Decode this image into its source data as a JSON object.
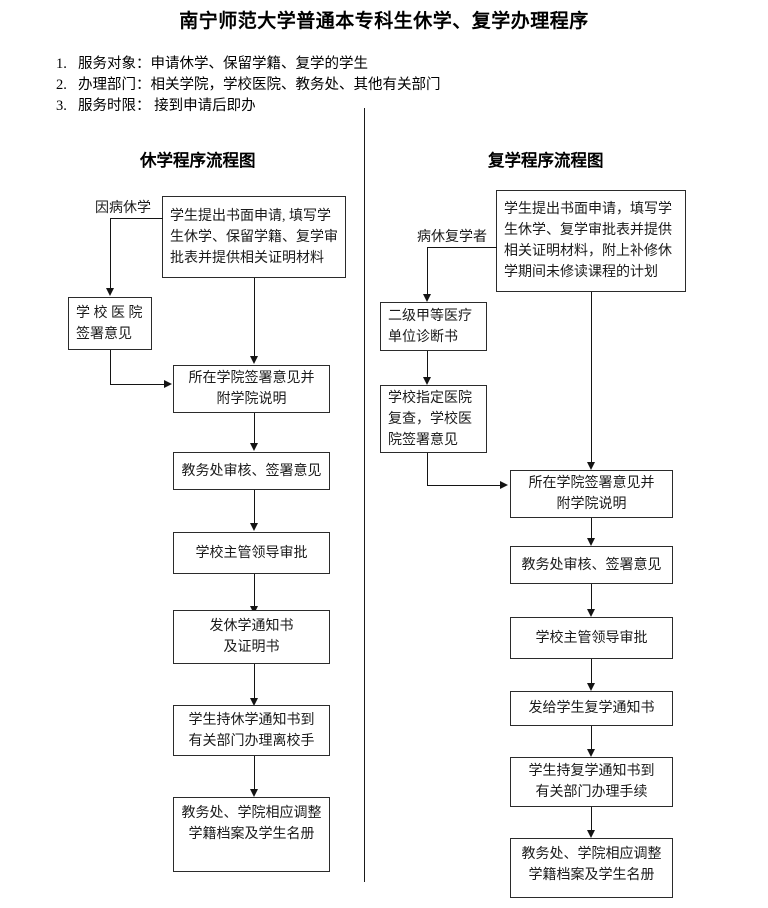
{
  "document": {
    "title": "南宁师范大学普通本专科生休学、复学办理程序"
  },
  "intro": {
    "items": [
      {
        "num": "1.",
        "text": "服务对象：申请休学、保留学籍、复学的学生"
      },
      {
        "num": "2.",
        "text": "办理部门：相关学院，学校医院、教务处、其他有关部门"
      },
      {
        "num": "3.",
        "text": "服务时限： 接到申请后即办"
      }
    ]
  },
  "left_chart": {
    "heading": "休学程序流程图",
    "edge_label": "因病休学",
    "nodes": {
      "application": {
        "lines": [
          "学生提出书面申请, 填写学",
          "生休学、保留学籍、复学审",
          "批表并提供相关证明材料"
        ]
      },
      "hospital": {
        "lines": [
          "学 校 医 院",
          "签署意见"
        ]
      },
      "college": {
        "lines": [
          "所在学院签署意见并",
          "附学院说明"
        ]
      },
      "academic_affairs": {
        "lines": [
          "教务处审核、签署意见"
        ]
      },
      "leader_approval": {
        "lines": [
          "学校主管领导审批"
        ]
      },
      "issue_notice": {
        "lines": [
          "发休学通知书",
          "及证明书"
        ]
      },
      "student_leave": {
        "lines": [
          "学生持休学通知书到",
          "有关部门办理离校手"
        ]
      },
      "records_update": {
        "lines": [
          "教务处、学院相应调整",
          "学籍档案及学生名册"
        ]
      }
    }
  },
  "right_chart": {
    "heading": "复学程序流程图",
    "edge_label": "病休复学者",
    "nodes": {
      "application": {
        "lines": [
          "学生提出书面申请，填写学",
          "生休学、复学审批表并提供",
          "相关证明材料，附上补修休",
          "学期间未修读课程的计划"
        ]
      },
      "diagnosis": {
        "lines": [
          "二级甲等医疗",
          "单位诊断书"
        ]
      },
      "recheck": {
        "lines": [
          "学校指定医院",
          "复查，学校医",
          "院签署意见"
        ]
      },
      "college": {
        "lines": [
          "所在学院签署意见并",
          "附学院说明"
        ]
      },
      "academic_affairs": {
        "lines": [
          "教务处审核、签署意见"
        ]
      },
      "leader_approval": {
        "lines": [
          "学校主管领导审批"
        ]
      },
      "issue_notice": {
        "lines": [
          "发给学生复学通知书"
        ]
      },
      "student_process": {
        "lines": [
          "学生持复学通知书到",
          "有关部门办理手续"
        ]
      },
      "records_update": {
        "lines": [
          "教务处、学院相应调整",
          "学籍档案及学生名册"
        ]
      }
    }
  },
  "colors": {
    "line": "#141414",
    "border": "#2b2b2b",
    "text": "#1a1a1a",
    "background": "#ffffff"
  }
}
